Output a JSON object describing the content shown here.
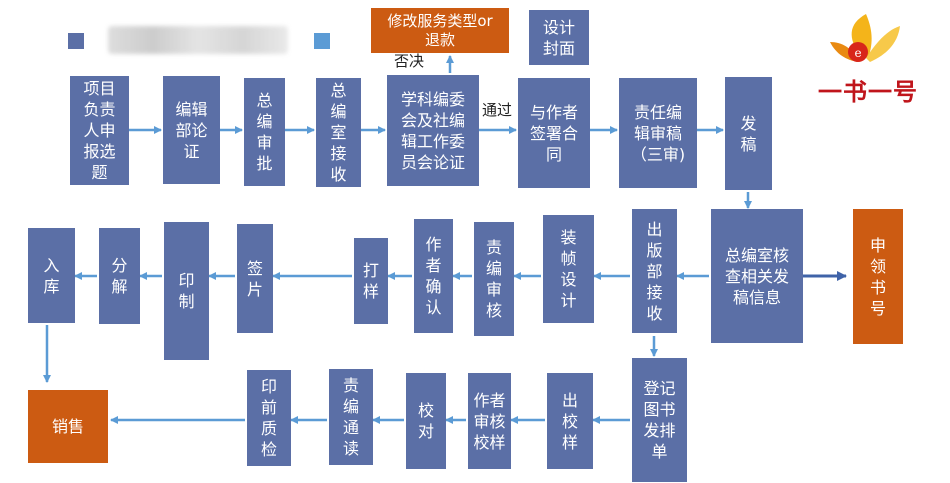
{
  "colors": {
    "process": "#5b6fa6",
    "highlight": "#cc5b12",
    "legend_light": "#5b9bd5",
    "arrow": "#5b9bd5"
  },
  "logo": {
    "text": "一书一号",
    "icon": "book-logo-icon"
  },
  "labels": {
    "reject": "否决",
    "pass": "通过"
  },
  "boxes": {
    "apply_topic": "项目\n负责\n人申\n报选\n题",
    "edit_dept": "编辑\n部论\n证",
    "chief_approve": "总\n编\n审\n批",
    "chief_office_receive": "总\n编\n室\n接\n收",
    "committee": "学科编委\n会及社编\n辑工作委\n员会论证",
    "modify_refund": "修改服务类型or\n退款",
    "cover_design": "设计\n封面",
    "sign_contract": "与作者\n签署合\n同",
    "review": "责任编\n辑审稿\n（三审)",
    "send_draft": "发\n稿",
    "verify_info": "总编室核\n查相关发\n稿信息",
    "apply_number": "申\n领\n书\n号",
    "publish_receive": "出\n版\n部\n接\n收",
    "binding": "装\n帧\n设\n计",
    "editor_check": "责\n编\n审\n核",
    "author_confirm": "作\n者\n确\n认",
    "proof_print": "打\n样",
    "sign_off": "签\n片",
    "printing": "印\n制",
    "split": "分\n解",
    "warehouse": "入\n库",
    "sales": "销售",
    "register": "登记\n图书\n发排\n单",
    "proofread_sample": "出\n校\n样",
    "author_review": "作者\n审核\n校样",
    "proofread": "校\n对",
    "editor_read": "责\n编\n通\n读",
    "prepress_qc": "印\n前\n质\n检"
  }
}
